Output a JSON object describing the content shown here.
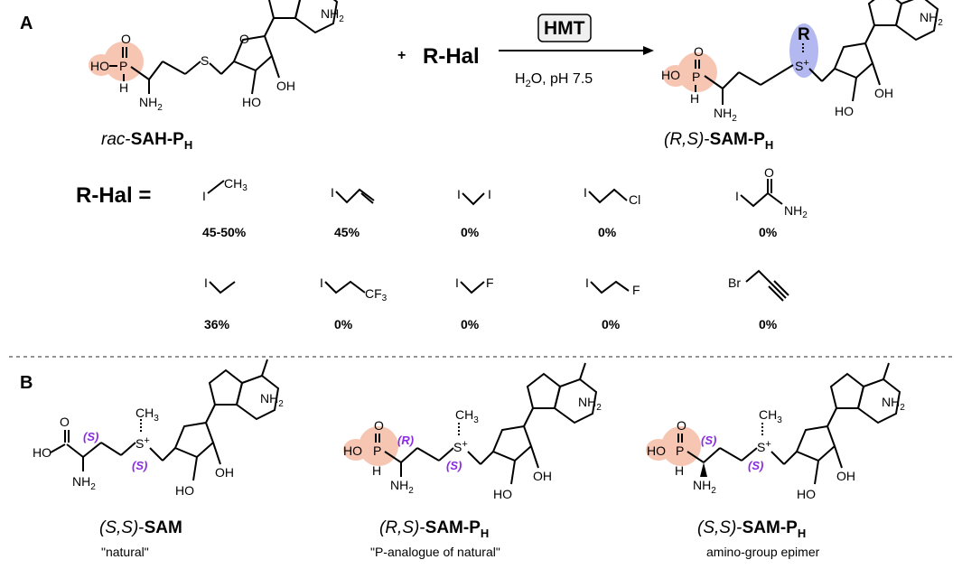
{
  "panel_labels": {
    "a": "A",
    "b": "B"
  },
  "reaction": {
    "plus": "+",
    "reagent": "R-Hal",
    "enzyme": "HMT",
    "conditions_pre": "H",
    "conditions_sub": "2",
    "conditions_post": "O, pH 7.5",
    "r_label": "R"
  },
  "atoms": {
    "P": "P",
    "O": "O",
    "HO": "HO",
    "H": "H",
    "NH2": "NH",
    "N2sub": "2",
    "S": "S",
    "Splus": "+",
    "N": "N",
    "OH": "OH",
    "CH3": "CH",
    "CH3sub": "3",
    "HOacid": "HO"
  },
  "captions": {
    "left": {
      "italic": "rac",
      "dash": "-",
      "bold": "SAH-P",
      "sub": "H"
    },
    "right": {
      "italic": "(R,S)",
      "dash": "-",
      "bold": "SAM-P",
      "sub": "H"
    }
  },
  "rhal_label": "R-Hal =",
  "reagents": [
    {
      "yield": "45-50%"
    },
    {
      "yield": "45%"
    },
    {
      "yield": "0%"
    },
    {
      "yield": "0%"
    },
    {
      "yield": "0%"
    },
    {
      "yield": "36%"
    },
    {
      "yield": "0%"
    },
    {
      "yield": "0%"
    },
    {
      "yield": "0%"
    },
    {
      "yield": "0%"
    }
  ],
  "reagent_atoms": {
    "I": "I",
    "CH": "CH",
    "sub3": "3",
    "Cl": "Cl",
    "F": "F",
    "CF": "CF",
    "O": "O",
    "NH": "NH",
    "sub2": "2",
    "Br": "Br"
  },
  "panel_b": [
    {
      "stereo_alpha": "(S)",
      "stereo_s": "(S)",
      "name_italic": "(S,S)",
      "dash": "-",
      "name_bold": "SAM",
      "name_sub": "",
      "quote": "\"natural\""
    },
    {
      "stereo_alpha": "(R)",
      "stereo_s": "(S)",
      "name_italic": "(R,S)",
      "dash": "-",
      "name_bold": "SAM-P",
      "name_sub": "H",
      "quote": "\"P-analogue of natural\""
    },
    {
      "stereo_alpha": "(S)",
      "stereo_s": "(S)",
      "name_italic": "(S,S)",
      "dash": "-",
      "name_bold": "SAM-P",
      "name_sub": "H",
      "quote": "amino-group epimer"
    }
  ],
  "colors": {
    "highlight_salmon": "#f6c6b3",
    "highlight_blue": "#b3b8f0",
    "stereo_purple": "#8a2be2",
    "divider": "#555555"
  }
}
